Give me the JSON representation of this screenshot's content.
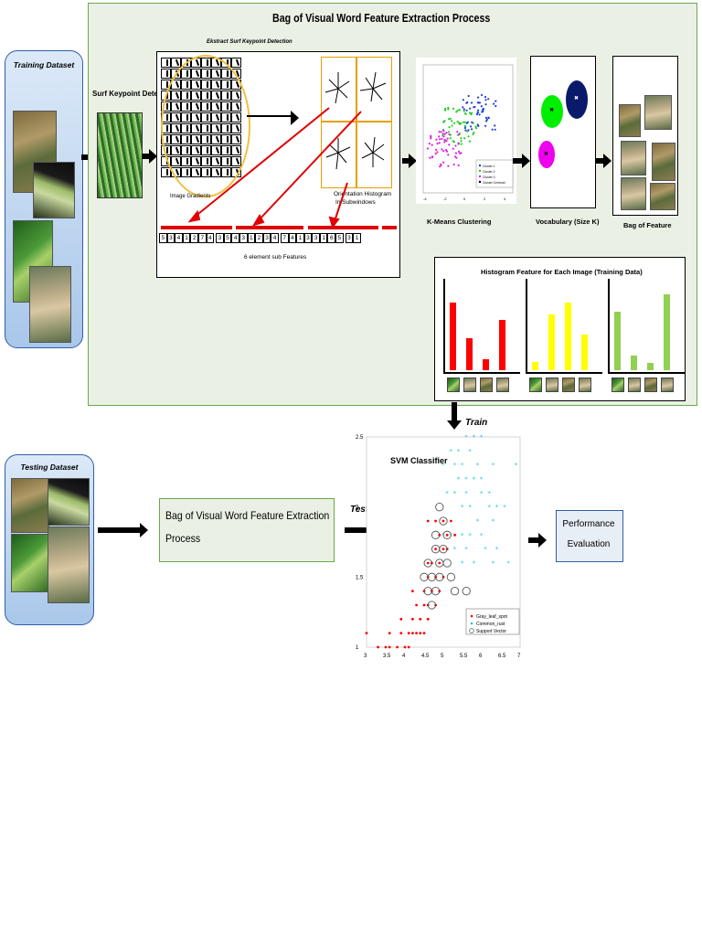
{
  "training_dataset": {
    "title": "Training Dataset"
  },
  "testing_dataset": {
    "title": "Testing Dataset"
  },
  "bovw_main": {
    "title": "Bag of Visual Word Feature Extraction Process"
  },
  "surf": {
    "label": "Surf Keypoint Detection",
    "extract_title": "Ekstract Surf Keypoint Detection",
    "image_gradients": "Image Gradients",
    "orientation_line1": "Orientation Histogram",
    "orientation_line2": "In Subwindows",
    "sub_features": "6 element sub Features",
    "feature_values": [
      5,
      3,
      4,
      1,
      2,
      7,
      4,
      3,
      5,
      4,
      3,
      1,
      2,
      3,
      4,
      7,
      4,
      1,
      3,
      3,
      1,
      6,
      5,
      3,
      1
    ]
  },
  "kmeans": {
    "label": "K-Means Clustering",
    "legend": [
      "Cluster 1",
      "Cluster 2",
      "Cluster 3",
      "Cluster Centroid"
    ]
  },
  "vocabulary": {
    "label": "Vocabulary (Size K)"
  },
  "bag_of_feature": {
    "label": "Bag of Feature"
  },
  "histogram": {
    "title": "Histogram Feature for Each Image (Training Data)",
    "groups": [
      {
        "color": "#ff0000",
        "values": [
          0.75,
          0.36,
          0.12,
          0.56
        ]
      },
      {
        "color": "#ffff00",
        "values": [
          0.09,
          0.62,
          0.75,
          0.4
        ]
      },
      {
        "color": "#92d050",
        "values": [
          0.65,
          0.16,
          0.08,
          0.85
        ]
      }
    ]
  },
  "train_label": "Train",
  "test_label": "Test",
  "test_bovw": {
    "line1": "Bag of Visual Word Feature Extraction",
    "line2": "Process"
  },
  "performance": {
    "line1": "Performance",
    "line2": "Evaluation"
  },
  "chart_data": {
    "type": "scatter",
    "title": "SVM Classifier",
    "xlim": [
      3,
      7
    ],
    "ylim": [
      1,
      2.5
    ],
    "xticks": [
      "3",
      "3.5",
      "4",
      "4.5",
      "5",
      "5.5",
      "6",
      "6.5",
      "7"
    ],
    "yticks": [
      "1",
      "1.5",
      "2",
      "2.5"
    ],
    "legend": [
      "Gray_leaf_spot",
      "Common_rust",
      "Support Vector"
    ],
    "series": [
      {
        "name": "Gray_leaf_spot",
        "color": "#ff0000",
        "x": [
          3.0,
          3.3,
          3.5,
          3.6,
          3.8,
          4.0,
          4.1,
          3.6,
          3.9,
          4.1,
          4.2,
          4.3,
          4.4,
          4.5,
          3.9,
          4.2,
          4.4,
          4.6,
          4.3,
          4.5,
          4.6,
          4.8,
          4.2,
          4.5,
          4.7,
          4.9,
          4.6,
          4.8,
          5.0,
          4.6,
          4.7,
          4.9,
          4.8,
          5.0,
          5.1,
          4.9,
          5.1,
          5.3,
          4.6,
          4.8,
          5.0,
          5.2
        ],
        "y": [
          1.1,
          1.0,
          1.0,
          1.0,
          1.0,
          1.0,
          1.0,
          1.1,
          1.1,
          1.1,
          1.1,
          1.1,
          1.1,
          1.1,
          1.2,
          1.2,
          1.2,
          1.2,
          1.3,
          1.3,
          1.3,
          1.3,
          1.4,
          1.4,
          1.4,
          1.4,
          1.5,
          1.5,
          1.5,
          1.6,
          1.6,
          1.6,
          1.7,
          1.7,
          1.7,
          1.8,
          1.8,
          1.8,
          1.9,
          1.9,
          1.9,
          1.9
        ]
      },
      {
        "name": "Common_rust",
        "color": "#22c5e0",
        "x": [
          5.6,
          5.8,
          6.0,
          5.2,
          5.4,
          5.7,
          5.0,
          5.3,
          5.5,
          5.9,
          6.3,
          6.9,
          5.4,
          5.6,
          5.8,
          6.0,
          5.1,
          5.3,
          5.6,
          6.0,
          6.2,
          5.5,
          5.7,
          6.2,
          6.4,
          6.6,
          5.9,
          6.3,
          5.0,
          5.2,
          5.5,
          5.7,
          6.0,
          5.3,
          5.6,
          6.1,
          6.4,
          5.5,
          5.8,
          6.3,
          6.7
        ],
        "y": [
          2.5,
          2.5,
          2.5,
          2.4,
          2.4,
          2.4,
          2.3,
          2.3,
          2.3,
          2.3,
          2.3,
          2.3,
          2.2,
          2.2,
          2.2,
          2.2,
          2.1,
          2.1,
          2.1,
          2.1,
          2.1,
          2.0,
          2.0,
          2.0,
          2.0,
          2.0,
          1.9,
          1.9,
          1.8,
          1.8,
          1.8,
          1.8,
          1.8,
          1.7,
          1.7,
          1.7,
          1.7,
          1.6,
          1.6,
          1.6,
          1.6
        ]
      },
      {
        "name": "Support Vector",
        "color": "#555555",
        "x": [
          4.9,
          5.0,
          4.8,
          5.1,
          4.8,
          5.0,
          4.6,
          4.9,
          5.1,
          4.5,
          4.7,
          4.9,
          5.2,
          4.6,
          4.8,
          5.3,
          4.7,
          5.6
        ],
        "y": [
          2.0,
          1.9,
          1.8,
          1.8,
          1.7,
          1.7,
          1.6,
          1.6,
          1.6,
          1.5,
          1.5,
          1.5,
          1.5,
          1.4,
          1.4,
          1.4,
          1.3,
          1.4
        ]
      }
    ]
  }
}
